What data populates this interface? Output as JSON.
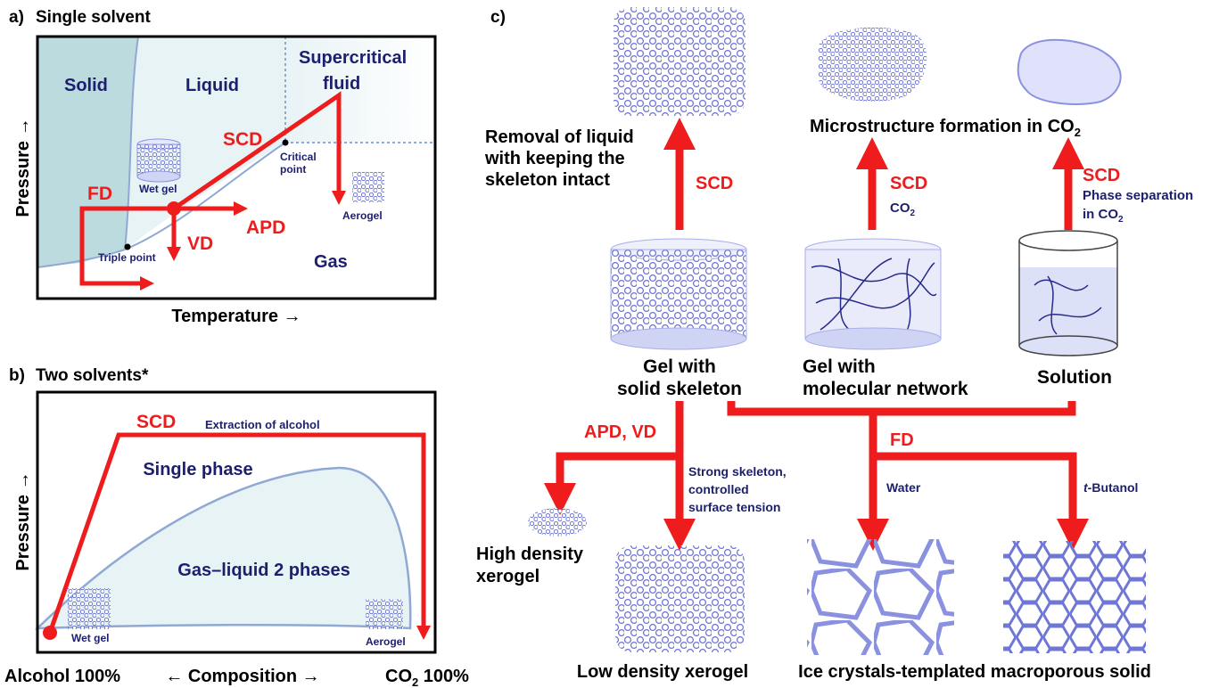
{
  "colors": {
    "arrow": "#ee1c1c",
    "phase_line": "#8fa9d4",
    "solid_fill": "#bcdbdf",
    "liquid_fill": "#e8f3f5",
    "navy_text": "#1b1f6e",
    "structure": "#6f77d6"
  },
  "panel_a": {
    "label": "a)",
    "title": "Single solvent",
    "phases": {
      "solid": "Solid",
      "liquid": "Liquid",
      "supercritical_1": "Supercritical",
      "supercritical_2": "fluid",
      "gas": "Gas"
    },
    "points": {
      "critical_1": "Critical",
      "critical_2": "point",
      "triple": "Triple point"
    },
    "samples": {
      "wet_gel": "Wet gel",
      "aerogel": "Aerogel"
    },
    "routes": {
      "scd": "SCD",
      "fd": "FD",
      "apd": "APD",
      "vd": "VD"
    },
    "x_label": "Temperature →",
    "y_label": "Pressure →"
  },
  "panel_b": {
    "label": "b)",
    "title": "Two solvents*",
    "routes": {
      "scd": "SCD"
    },
    "extraction": "Extraction of alcohol",
    "regions": {
      "single": "Single phase",
      "two": "Gas–liquid 2 phases"
    },
    "samples": {
      "wet_gel": "Wet gel",
      "aerogel": "Aerogel"
    },
    "x_label": "← Composition →",
    "x_left": "Alcohol 100%",
    "x_right_pre": "CO",
    "x_right_sub": "2",
    "x_right_post": " 100%",
    "y_label": "Pressure →"
  },
  "panel_c": {
    "label": "c)",
    "top_left_1": "Removal of liquid",
    "top_left_2": "with keeping the",
    "top_left_3": "skeleton intact",
    "top_mid_pre": "Microstructure formation in CO",
    "top_mid_sub": "2",
    "scd1": "SCD",
    "scd2": "SCD",
    "co2_pre": "CO",
    "co2_sub": "2",
    "scd3": "SCD",
    "phase_sep_1": "Phase separation",
    "phase_sep_2_pre": "in CO",
    "phase_sep_2_sub": "2",
    "gel_solid_1": "Gel with",
    "gel_solid_2": "solid skeleton",
    "gel_mol_1": "Gel with",
    "gel_mol_2": "molecular network",
    "solution": "Solution",
    "apd_vd": "APD, VD",
    "strong_1": "Strong skeleton,",
    "strong_2": "controlled",
    "strong_3": "surface tension",
    "fd": "FD",
    "water": "Water",
    "tbut_italic": "t",
    "tbut_rest": "-Butanol",
    "high_1": "High density",
    "high_2": "xerogel",
    "low": "Low density xerogel",
    "ice": "Ice crystals-templated macroporous solid"
  }
}
